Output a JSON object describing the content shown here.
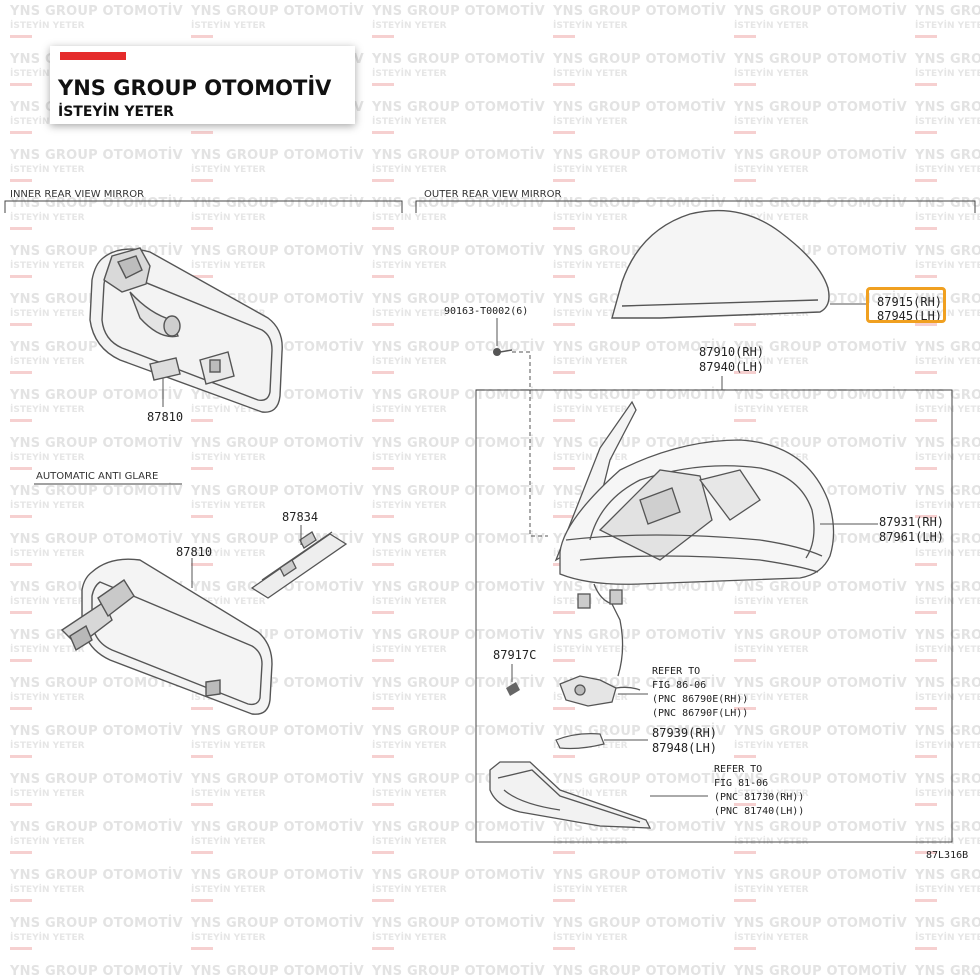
{
  "watermark": {
    "line1": "YNS GROUP OTOMOTİV",
    "line2": "İSTEYİN YETER"
  },
  "logo": {
    "title": "YNS GROUP OTOMOTİV",
    "subtitle": "İSTEYİN YETER",
    "accent_color": "#e52b2b"
  },
  "sections": {
    "inner": "INNER REAR VIEW MIRROR",
    "outer": "OUTER REAR VIEW MIRROR",
    "auto": "AUTOMATIC ANTI GLARE"
  },
  "parts": {
    "inner_mirror": "87810",
    "auto_mirror": "87810",
    "bracket": "87834",
    "screw": "90163-T0002(6)",
    "cover_rh": "87915(RH)",
    "cover_lh": "87945(LH)",
    "assy_rh": "87910(RH)",
    "assy_lh": "87940(LH)",
    "glass_rh": "87931(RH)",
    "glass_lh": "87961(LH)",
    "clip": "87917C",
    "lamp_rh": "87939(RH)",
    "lamp_lh": "87948(LH)"
  },
  "refs": {
    "ref1_l1": "REFER TO",
    "ref1_l2": "FIG 86-06",
    "ref1_l3": "(PNC 86790E(RH))",
    "ref1_l4": "(PNC 86790F(LH))",
    "ref2_l1": "REFER TO",
    "ref2_l2": "FIG 81-06",
    "ref2_l3": "(PNC 81730(RH))",
    "ref2_l4": "(PNC 81740(LH))"
  },
  "diagram_code": "87L316B",
  "highlight_color": "#f0a020"
}
